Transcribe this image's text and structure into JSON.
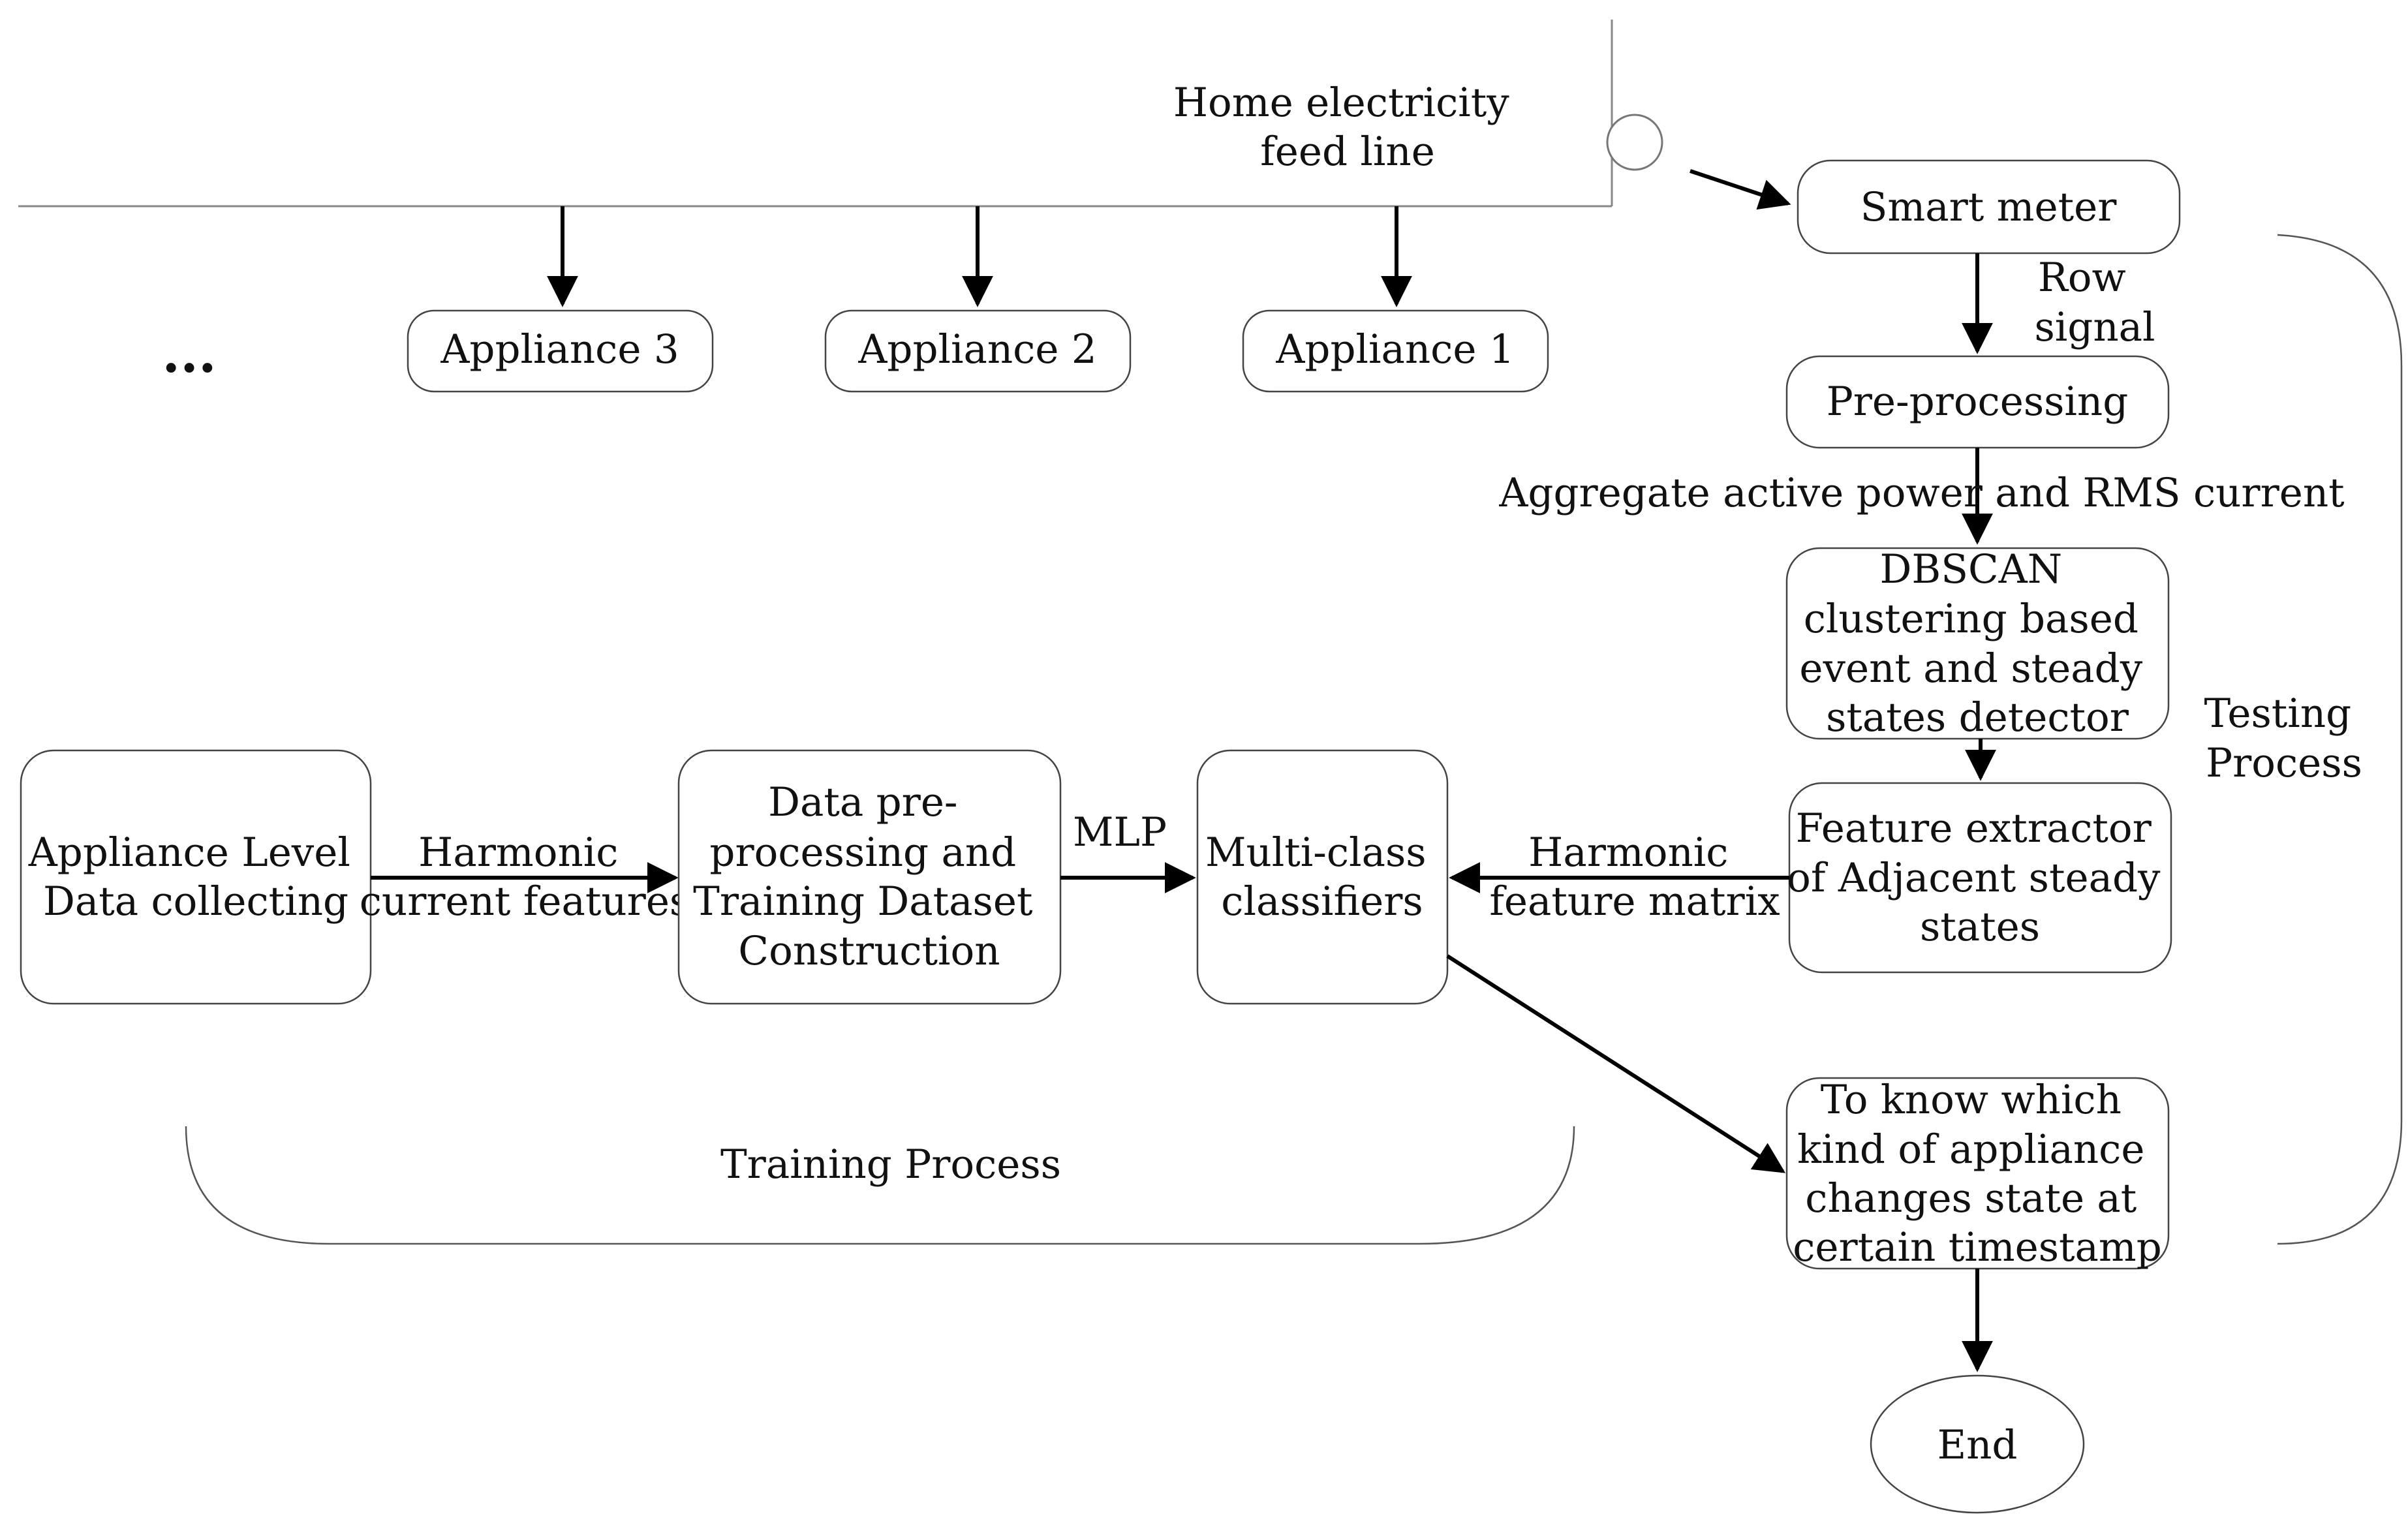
{
  "feed_line": {
    "label_lines": [
      "Home electricity",
      "feed line"
    ]
  },
  "nodes": {
    "smart_meter": "Smart meter",
    "appliance_3": "Appliance 3",
    "appliance_2": "Appliance 2",
    "appliance_1": "Appliance 1",
    "more_appliances": "...",
    "pre_processing": "Pre-processing",
    "dbscan_lines": [
      "DBSCAN",
      "clustering based",
      "event and steady",
      "states detector"
    ],
    "feature_extractor_lines": [
      "Feature extractor",
      "of Adjacent steady",
      "states"
    ],
    "appliance_level_lines": [
      "Appliance Level",
      "Data collecting"
    ],
    "data_preprocessing_lines": [
      "Data pre-",
      "processing and",
      "Training Dataset",
      "Construction"
    ],
    "multiclass_lines": [
      "Multi-class",
      "classifiers"
    ],
    "result_lines": [
      "To know which",
      "kind of appliance",
      "changes state at",
      "certain timestamp"
    ],
    "end": "End"
  },
  "edge_labels": {
    "row_signal_lines": [
      "Row",
      "signal"
    ],
    "aggregate": "Aggregate active power and RMS current",
    "harmonic_current_lines": [
      "Harmonic",
      "current features"
    ],
    "mlp": "MLP",
    "harmonic_feature_lines": [
      "Harmonic",
      "feature matrix"
    ]
  },
  "groups": {
    "testing_lines": [
      "Testing",
      "Process"
    ],
    "training": "Training Process"
  }
}
